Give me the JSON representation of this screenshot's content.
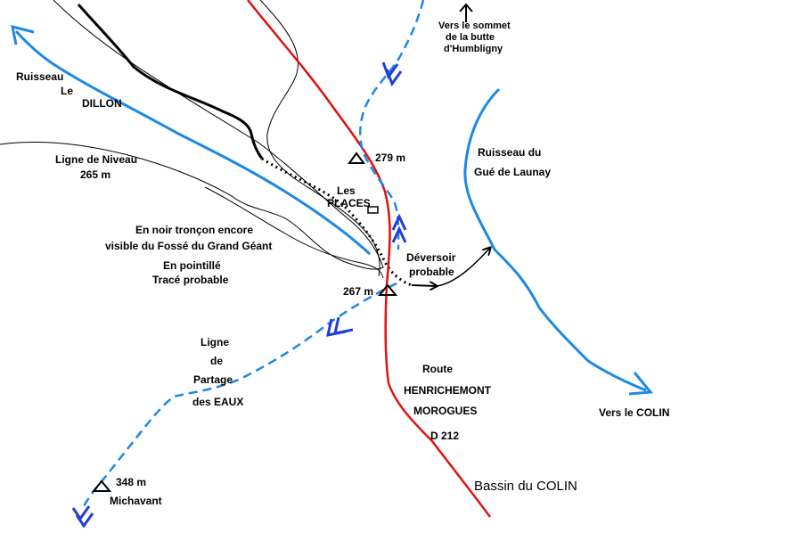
{
  "labels": {
    "ruisseau_dillon_1": "Ruisseau",
    "ruisseau_dillon_2": "Le",
    "ruisseau_dillon_3": "DILLON",
    "ligne_niveau_1": "Ligne de Niveau",
    "ligne_niveau_2": "265 m",
    "alt_279": "279 m",
    "les_places_1": "Les",
    "les_places_2": "PLACES",
    "troncon_1": "En noir tronçon encore",
    "troncon_2": "visible du Fossé du Grand Géant",
    "pointille_1": "En pointillé",
    "pointille_2": "Tracé probable",
    "deversoir_1": "Déversoir",
    "deversoir_2": "probable",
    "alt_267": "267 m",
    "partage_1": "Ligne",
    "partage_2": "de",
    "partage_3": "Partage",
    "partage_4": "des EAUX",
    "sommet_1": "Vers le sommet",
    "sommet_2": "de la butte",
    "sommet_3": "d'Humbligny",
    "gue_1": "Ruisseau du",
    "gue_2": "Gué de Launay",
    "route_1": "Route",
    "route_2": "HENRICHEMONT",
    "route_3": "MOROGUES",
    "route_4": "D 212",
    "vers_colin": "Vers le COLIN",
    "bassin": "Bassin du COLIN",
    "alt_348": "348 m",
    "michavant": "Michavant"
  },
  "colors": {
    "stream": "#1e88e5",
    "road": "#e01010",
    "ditch": "#000000",
    "contour": "#000000",
    "arrow_blue": "#1f3fd8"
  }
}
